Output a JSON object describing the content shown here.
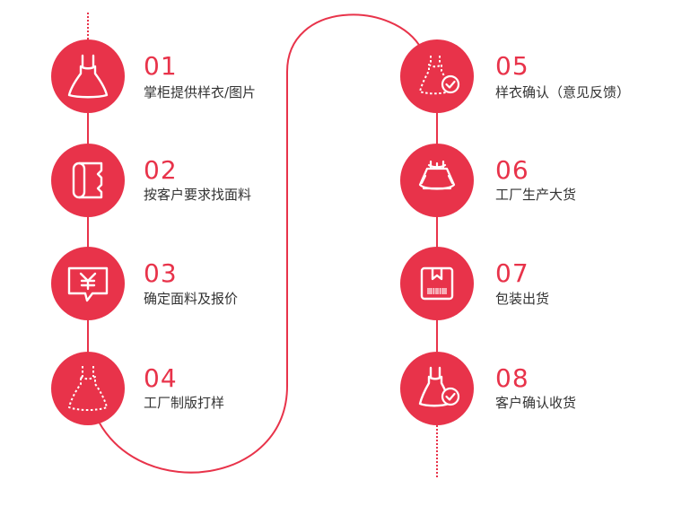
{
  "colors": {
    "accent": "#e8334a",
    "text": "#333333",
    "background": "#ffffff"
  },
  "steps": [
    {
      "num": "01",
      "label": "掌柜提供样衣/图片",
      "icon": "dress-icon"
    },
    {
      "num": "02",
      "label": "按客户要求找面料",
      "icon": "fabric-roll-icon"
    },
    {
      "num": "03",
      "label": "确定面料及报价",
      "icon": "yuan-price-icon"
    },
    {
      "num": "04",
      "label": "工厂制版打样",
      "icon": "dress-pattern-icon"
    },
    {
      "num": "05",
      "label": "样衣确认（意见反馈）",
      "icon": "dress-check-icon"
    },
    {
      "num": "06",
      "label": "工厂生产大货",
      "icon": "bulk-dresses-icon"
    },
    {
      "num": "07",
      "label": "包装出货",
      "icon": "package-box-icon"
    },
    {
      "num": "08",
      "label": "客户确认收货",
      "icon": "dress-received-icon"
    }
  ]
}
